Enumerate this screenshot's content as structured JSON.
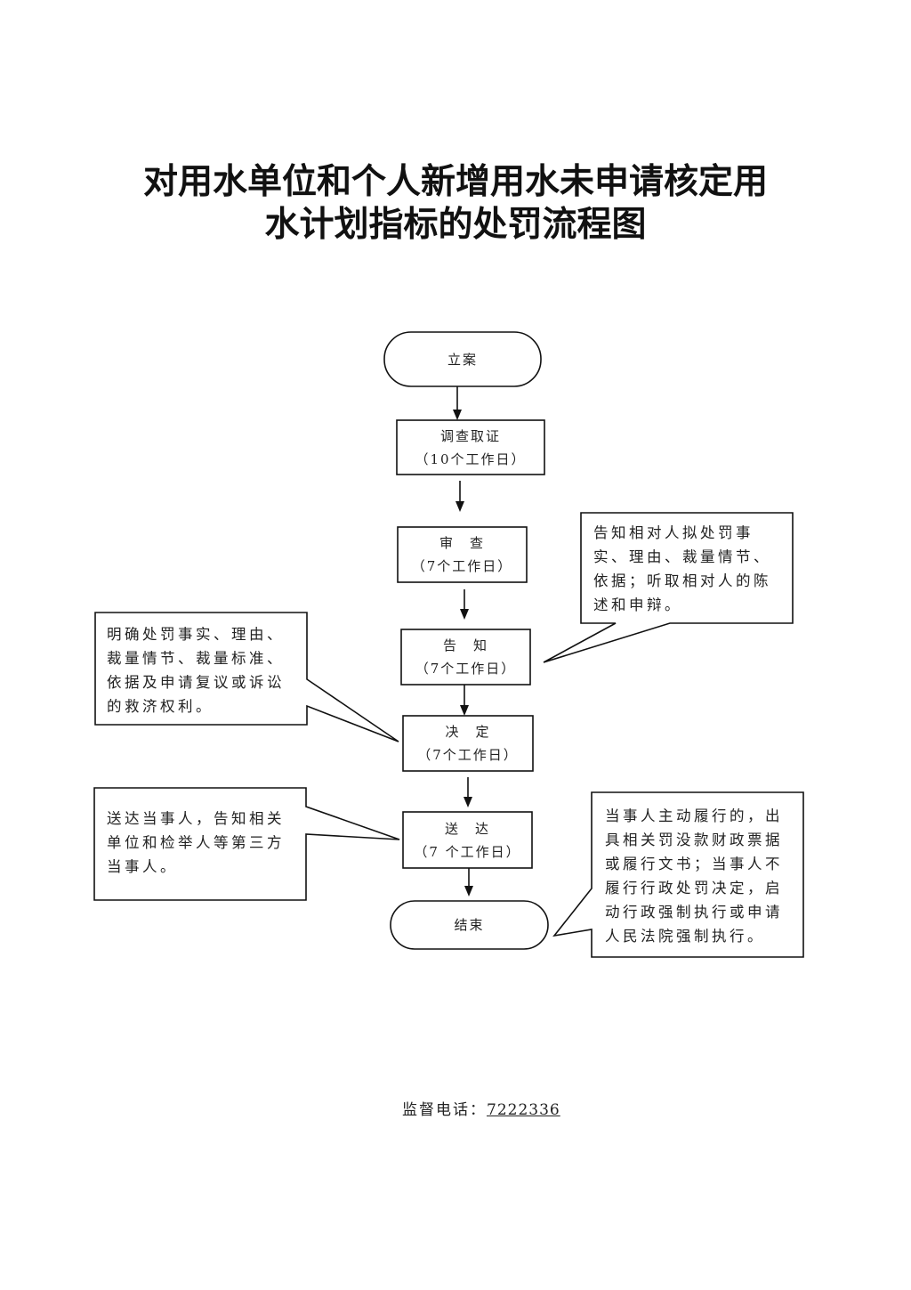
{
  "title": {
    "line1": "对用水单位和个人新增用水未申请核定用",
    "line2": "水计划指标的处罚流程图"
  },
  "flow": {
    "start": "立案",
    "steps": [
      {
        "name": "调查取证",
        "duration": "（10个工作日）"
      },
      {
        "name": "审　查",
        "duration": "（7个工作日）"
      },
      {
        "name": "告　知",
        "duration": "（7个工作日）"
      },
      {
        "name": "决　定",
        "duration": "（7个工作日）"
      },
      {
        "name": "送　达",
        "duration": "（7 个工作日）"
      }
    ],
    "end": "结束"
  },
  "notes": {
    "notify": {
      "lines": [
        "告知相对人拟处罚事",
        "实、理由、裁量情节、",
        "依据；听取相对人的陈",
        "述和申辩。"
      ]
    },
    "decision": {
      "lines": [
        "明确处罚事实、理由、",
        "裁量情节、裁量标准、",
        "依据及申请复议或诉讼",
        "的救济权利。"
      ]
    },
    "delivery": {
      "lines": [
        "送达当事人，告知相关",
        "单位和检举人等第三方",
        "当事人。"
      ]
    },
    "enforcement": {
      "lines": [
        "当事人主动履行的，出",
        "具相关罚没款财政票据",
        "或履行文书；当事人不",
        "履行行政处罚决定，启",
        "动行政强制执行或申请",
        "人民法院强制执行。"
      ]
    }
  },
  "footer": {
    "label": "监督电话：",
    "phone": "7222336"
  }
}
